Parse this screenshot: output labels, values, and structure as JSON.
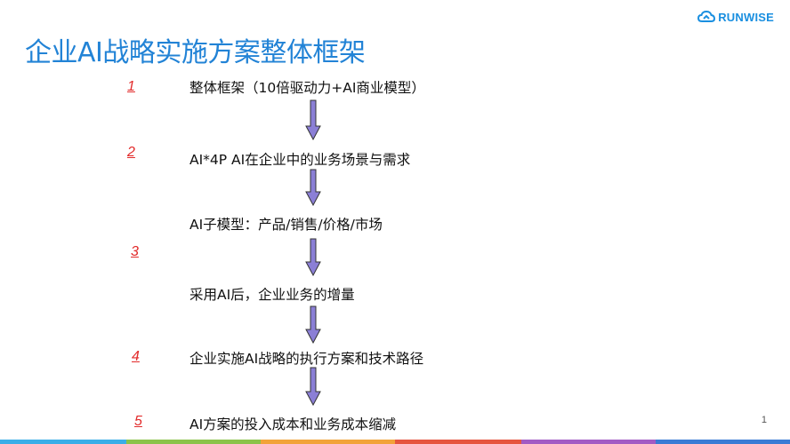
{
  "header": {
    "logo_text": "RUNWISE",
    "title": "企业AI战略实施方案整体框架"
  },
  "steps": [
    {
      "num": "1",
      "text": "整体框架（10倍驱动力+AI商业模型）"
    },
    {
      "num": "2",
      "text": "AI*4P AI在企业中的业务场景与需求"
    },
    {
      "num": "3",
      "text": "AI子模型：产品/销售/价格/市场"
    },
    {
      "num": "",
      "text": "采用AI后，企业业务的增量"
    },
    {
      "num": "4",
      "text": "企业实施AI战略的执行方案和技术路径"
    },
    {
      "num": "5",
      "text": "AI方案的投入成本和业务成本缩减"
    }
  ],
  "footer": {
    "page_number": "1"
  },
  "colors": {
    "title": "#2283d6",
    "step_number": "#e22a2a",
    "arrow_fill": "#8b7fd6",
    "arrow_stroke": "#333333"
  }
}
